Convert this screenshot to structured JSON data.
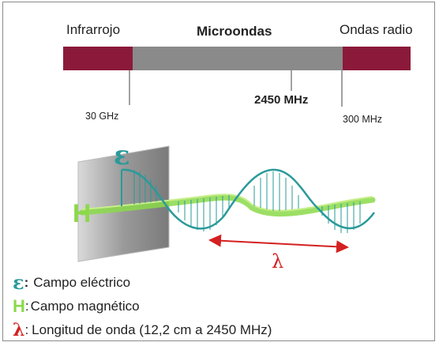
{
  "spectrum": {
    "left_band": "Infrarrojo",
    "center_band": "Microondas",
    "right_band": "Ondas radio",
    "left_freq": "30 GHz",
    "marker_freq": "2450 MHz",
    "right_freq": "300 MHz",
    "band_color": "#8b1a3a",
    "center_color": "#8a8a8a"
  },
  "wave": {
    "e_symbol": "ε",
    "h_symbol": "H",
    "lambda_symbol": "λ",
    "electric_color": "#2a9a9a",
    "magnetic_color": "#8bd94a",
    "lambda_color": "#d42020"
  },
  "legend": {
    "items": [
      {
        "symbol": "ε",
        "colon": " :",
        "text": "Campo eléctrico",
        "color": "#2a9a9a"
      },
      {
        "symbol": "H",
        "colon": ":",
        "text": "Campo magnético",
        "color": "#8bd94a"
      },
      {
        "symbol": "λ",
        "colon": ":",
        "text": "Longitud de onda (12,2 cm a 2450 MHz)",
        "color": "#d42020"
      }
    ]
  }
}
